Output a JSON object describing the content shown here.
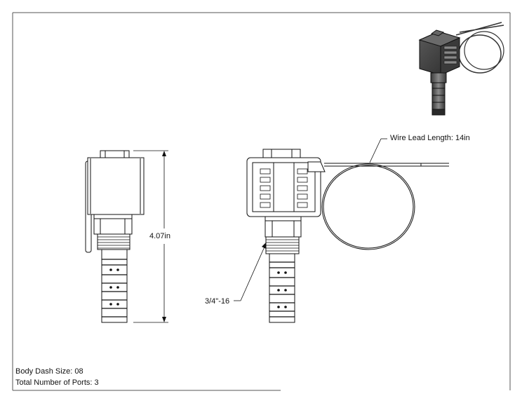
{
  "drawing": {
    "overall_length": "4.07in",
    "thread_callout": "3/4\"-16",
    "wire_lead": "Wire Lead Length: 14in"
  },
  "title_block": {
    "body_dash_size": "Body Dash Size: 08",
    "total_ports": "Total Number of Ports: 3"
  }
}
